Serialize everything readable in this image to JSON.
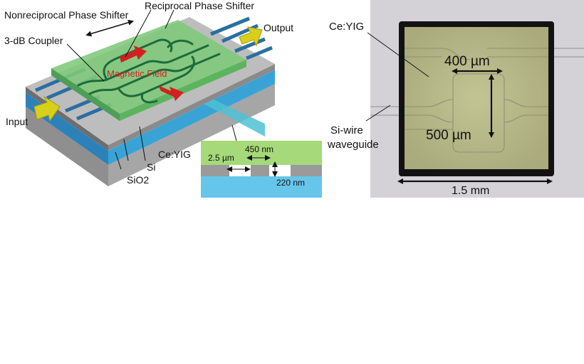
{
  "left_panel": {
    "labels": {
      "nonreciprocal": "Nonreciprocal Phase Shifter",
      "reciprocal": "Reciprocal Phase Shifter",
      "coupler": "3-dB Coupler",
      "output": "Output",
      "input": "Input",
      "magnetic_field": "Magnetic Field",
      "ceyig": "Ce:YIG",
      "si": "Si",
      "sio2": "SiO2"
    },
    "cross_section": {
      "width_label": "450 nm",
      "gap_label": "2.5 µm",
      "thickness_label": "220 nm"
    },
    "colors": {
      "ceyig": "#7ec97a",
      "si": "#9a9a9a",
      "sio2": "#66c6ea",
      "substrate": "#a8a8a8",
      "waveguide": "#1d6b3a",
      "magnetic_arrow": "#d22020",
      "io_arrow": "#d8cf1a",
      "callout": "#4fc2d2"
    }
  },
  "right_panel": {
    "labels": {
      "ceyig": "Ce:YIG",
      "dim_400": "400 µm",
      "dim_500": "500 µm",
      "si_wire_line1": "Si-wire",
      "si_wire_line2": "waveguide",
      "dim_15": "1.5 mm"
    },
    "colors": {
      "background": "#d4d2d6",
      "chip_border": "#121212",
      "chip_face": "#b8b988"
    }
  }
}
